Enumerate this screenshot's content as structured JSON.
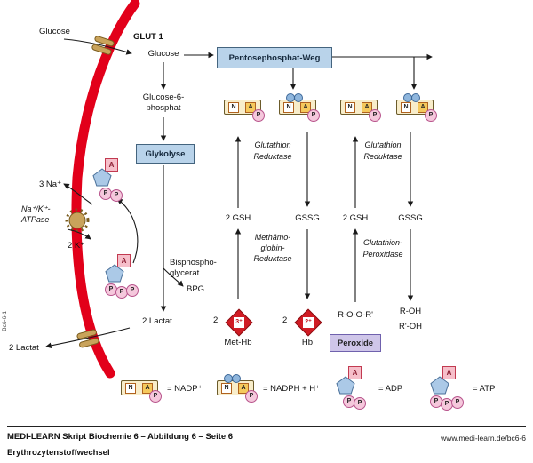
{
  "meta": {
    "code": "Bc6-6-1"
  },
  "membrane": {
    "glucose_out": "Glucose",
    "glut1": "GLUT 1",
    "lactat_out": "2 Lactat",
    "na": "3 Na⁺",
    "k": "2 K⁺",
    "atpase_l1": "Na⁺/K⁺-",
    "atpase_l2": "ATPase"
  },
  "glycolysis": {
    "glucose_in": "Glucose",
    "g6p_l1": "Glucose-6-",
    "g6p_l2": "phosphat",
    "box": "Glykolyse",
    "bisphospho_l1": "Bisphospho-",
    "bisphospho_l2": "glycerat",
    "bpg": "BPG",
    "lactat_in": "2 Lactat"
  },
  "ppw": {
    "box": "Pentosephosphat-Weg"
  },
  "cycle1": {
    "enzyme_top_l1": "Glutathion",
    "enzyme_top_l2": "Reduktase",
    "gsh": "2 GSH",
    "gssg": "GSSG",
    "enzyme_bottom_l1": "Methämo-",
    "enzyme_bottom_l2": "globin-",
    "enzyme_bottom_l3": "Reduktase",
    "methb_count": "2",
    "methb_charge": "3⁺",
    "methb_label": "Met-Hb",
    "hb_count": "2",
    "hb_charge": "2⁺",
    "hb_label": "Hb"
  },
  "cycle2": {
    "enzyme_top_l1": "Glutathion",
    "enzyme_top_l2": "Reduktase",
    "gsh": "2 GSH",
    "gssg": "GSSG",
    "enzyme_bottom_l1": "Glutathion-",
    "enzyme_bottom_l2": "Peroxidase",
    "substrate": "R-O-O-R'",
    "product1": "R-OH",
    "product2": "R'-OH",
    "peroxide": "Peroxide"
  },
  "mol": {
    "n": "N",
    "a": "A",
    "p": "P"
  },
  "legend": {
    "nadp": "= NADP⁺",
    "nadph": "= NADPH + H⁺",
    "adp": "= ADP",
    "atp": "= ATP"
  },
  "footer": {
    "title": "MEDI-LEARN Skript Biochemie 6 – Abbildung 6 – Seite 6",
    "url": "www.medi-learn.de/bc6-6",
    "subtitle": "Erythrozytenstoffwechsel"
  },
  "colors": {
    "membrane": "#e2001a",
    "process_box": "#b9d3ea",
    "peroxide_box": "#cfc6e9",
    "transporter": "#c9a35b",
    "diamond": "#d01c24",
    "nadp_bar": "#f8edca",
    "phosphate": "#f5c8dc"
  }
}
